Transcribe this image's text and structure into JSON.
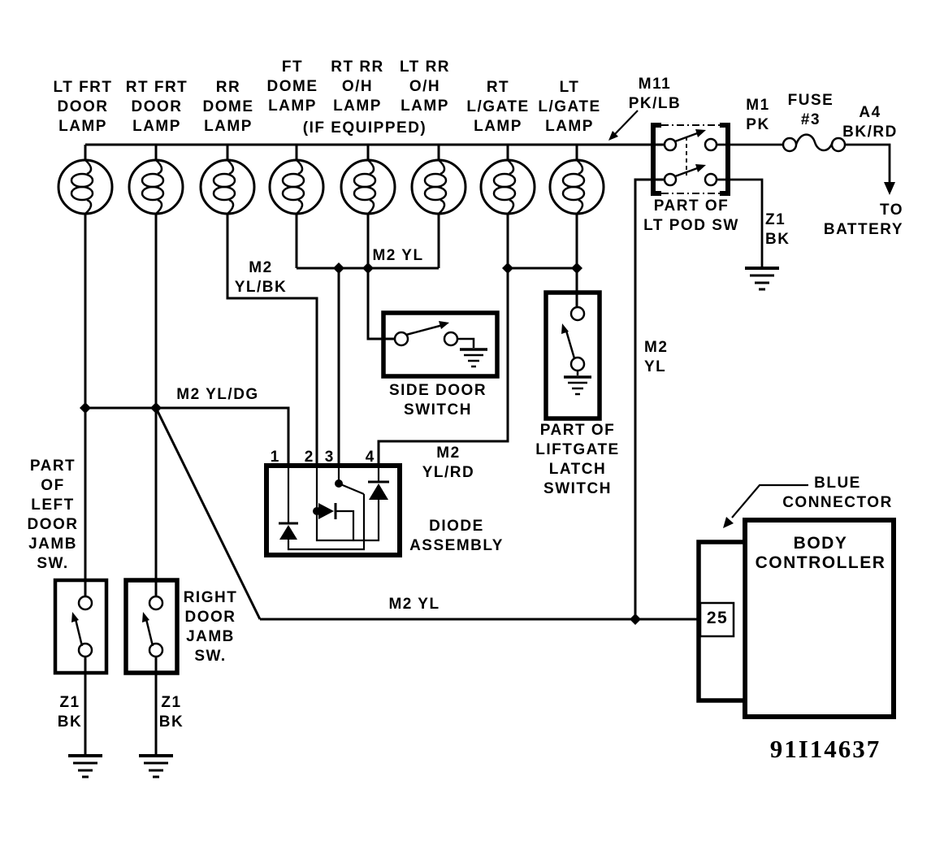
{
  "figure_id": "91I14637",
  "lamps": [
    {
      "label": "LT FRT\nDOOR\nLAMP"
    },
    {
      "label": "RT FRT\nDOOR\nLAMP"
    },
    {
      "label": "RR\nDOME\nLAMP"
    },
    {
      "label": "FT\nDOME\nLAMP"
    },
    {
      "label": "RT RR\nO/H\nLAMP"
    },
    {
      "label": "LT RR\nO/H\nLAMP"
    },
    {
      "label": "RT\nL/GATE\nLAMP"
    },
    {
      "label": "LT\nL/GATE\nLAMP"
    }
  ],
  "notes": {
    "if_equipped": "(IF EQUIPPED)"
  },
  "wires": {
    "m11_pk_lb": "M11\nPK/LB",
    "m1_pk": "M1\nPK",
    "a4_bk_rd": "A4\nBK/RD",
    "m2_yl_top": "M2 YL",
    "m2_yl_bk": "M2\nYL/BK",
    "m2_yl_dg": "M2 YL/DG",
    "m2_yl_rd": "M2\nYL/RD",
    "m2_yl_right": "M2\nYL",
    "m2_yl_bottom": "M2 YL",
    "z1_bk_pod": "Z1\nBK",
    "z1_bk_left": "Z1\nBK",
    "z1_bk_right": "Z1\nBK"
  },
  "fuse": {
    "label": "FUSE\n#3"
  },
  "battery": {
    "label": "TO\nBATTERY"
  },
  "components": {
    "lt_pod_sw": "PART OF\nLT POD SW",
    "side_door_switch": "SIDE DOOR\nSWITCH",
    "liftgate_latch_switch": "PART OF\nLIFTGATE\nLATCH\nSWITCH",
    "diode_assembly": "DIODE\nASSEMBLY",
    "left_door_jamb_sw": "PART\nOF\nLEFT\nDOOR\nJAMB\nSW.",
    "right_door_jamb_sw": "RIGHT\nDOOR\nJAMB\nSW.",
    "body_controller": "BODY\nCONTROLLER",
    "blue_connector": "BLUE\nCONNECTOR"
  },
  "diode_pins": [
    "1",
    "2",
    "3",
    "4"
  ],
  "connector_pin": "25",
  "colors": {
    "ink": "#000000",
    "paper": "#ffffff"
  }
}
